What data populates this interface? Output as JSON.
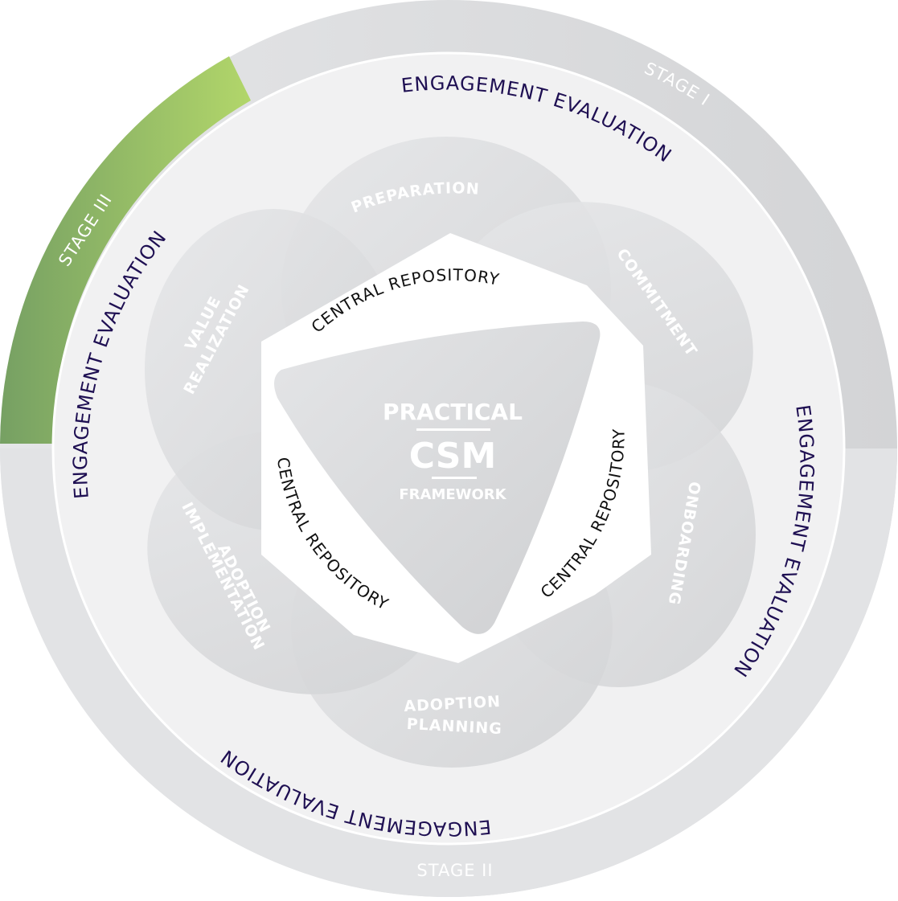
{
  "diagram": {
    "title": "Practical CSM Framework",
    "center": {
      "line1": "PRACTICAL",
      "line2": "CSM",
      "line3": "FRAMEWORK"
    },
    "stages": [
      {
        "id": "stage-1",
        "label": "STAGE I",
        "color": "#d6d7d9",
        "highlighted": false
      },
      {
        "id": "stage-2",
        "label": "STAGE II",
        "color": "#dcdddf",
        "highlighted": false
      },
      {
        "id": "stage-3",
        "label": "STAGE III",
        "color": "#8dba62",
        "highlighted": true
      }
    ],
    "engagement_evaluation_labels": [
      "ENGAGEMENT EVALUATION",
      "ENGAGEMENT EVALUATION",
      "ENGAGEMENT EVALUATION",
      "ENGAGEMENT EVALUATION"
    ],
    "phases": [
      {
        "id": "preparation",
        "label_lines": [
          "PREPARATION"
        ]
      },
      {
        "id": "commitment",
        "label_lines": [
          "COMMITMENT"
        ]
      },
      {
        "id": "onboarding",
        "label_lines": [
          "ONBOARDING"
        ]
      },
      {
        "id": "adoption-planning",
        "label_lines": [
          "ADOPTION",
          "PLANNING"
        ]
      },
      {
        "id": "adoption-implementation",
        "label_lines": [
          "ADOPTION",
          "IMPLEMENTATION"
        ]
      },
      {
        "id": "value-realization",
        "label_lines": [
          "VALUE",
          "REALIZATION"
        ]
      }
    ],
    "central_repository_labels": [
      "CENTRAL REPOSITORY",
      "CENTRAL REPOSITORY",
      "CENTRAL REPOSITORY"
    ],
    "colors": {
      "outer_ring": "#dcdddf",
      "inner_disk": "#f1f1f2",
      "petal": "#d9dadc",
      "center_triangle": "#d8d9db",
      "stage3_green_start": "#76a063",
      "stage3_green_end": "#b2d66a",
      "eval_text": "#1e0f52"
    }
  }
}
